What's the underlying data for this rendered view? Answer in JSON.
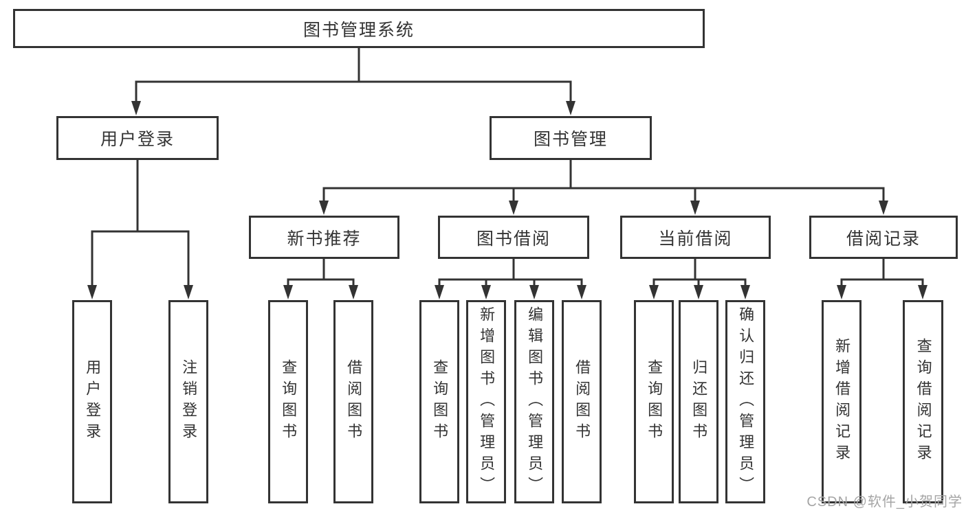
{
  "diagram": {
    "type": "hierarchy-tree",
    "title": "图书管理系统",
    "root": {
      "label": "图书管理系统"
    },
    "level2": [
      {
        "label": "用户登录",
        "parent": "图书管理系统"
      },
      {
        "label": "图书管理",
        "parent": "图书管理系统"
      }
    ],
    "level3": [
      {
        "label": "新书推荐",
        "parent": "图书管理"
      },
      {
        "label": "图书借阅",
        "parent": "图书管理"
      },
      {
        "label": "当前借阅",
        "parent": "图书管理"
      },
      {
        "label": "借阅记录",
        "parent": "图书管理"
      }
    ],
    "leaves": [
      {
        "label": "用户登录",
        "parent": "用户登录"
      },
      {
        "label": "注销登录",
        "parent": "用户登录"
      },
      {
        "label": "查询图书",
        "parent": "新书推荐"
      },
      {
        "label": "借阅图书",
        "parent": "新书推荐"
      },
      {
        "label": "查询图书",
        "parent": "图书借阅"
      },
      {
        "label": "新增图书（管理员）",
        "parent": "图书借阅"
      },
      {
        "label": "编辑图书（管理员）",
        "parent": "图书借阅"
      },
      {
        "label": "借阅图书",
        "parent": "图书借阅"
      },
      {
        "label": "查询图书",
        "parent": "当前借阅"
      },
      {
        "label": "归还图书",
        "parent": "当前借阅"
      },
      {
        "label": "确认归还（管理员）",
        "parent": "当前借阅"
      },
      {
        "label": "新增借阅记录",
        "parent": "借阅记录"
      },
      {
        "label": "查询借阅记录",
        "parent": "借阅记录"
      }
    ],
    "watermark": "CSDN @软件_小贺同学",
    "colors": {
      "line": "#333333",
      "box_border": "#333333",
      "box_fill": "#ffffff",
      "text": "#333333",
      "watermark": "#a5a5a5",
      "background": "#ffffff"
    }
  }
}
